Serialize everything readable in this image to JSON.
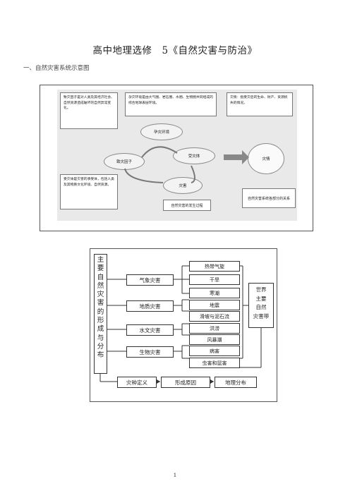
{
  "title": "高中地理选修　5《自然灾害与防治》",
  "subtitle": "一、自然灾害系统示意图",
  "page_number": "1",
  "figure1": {
    "note_top_left": "致灾因子是对人类及其经济社会、自然资源造成破坏的自然异常变化。",
    "note_top_mid": "孕灾环境是由大气圈、岩石圈、水圈、生物圈共同组成的综合地球表层环境。",
    "note_top_right": "灾情：指受灾后的生命、财产、资源损失的情况。",
    "note_bottom_left": "受灾体是灾害的承受体，包括人类及其物质文化环境、自然资源。",
    "blob_env": "孕灾环境",
    "blob_factor": "致灾因子",
    "blob_body": "受灾体",
    "blob_disaster": "灾害",
    "blob_result": "灾情",
    "caption_process": "自然灾害的发生过程",
    "caption_system": "自然灾害系统各部分的关系"
  },
  "figure2": {
    "vertical_label": [
      "主",
      "要",
      "自",
      "然",
      "灾",
      "害",
      "的",
      "形",
      "成",
      "与",
      "分",
      "布"
    ],
    "categories": [
      "气象灾害",
      "地质灾害",
      "水文灾害",
      "生物灾害"
    ],
    "items": [
      "热带气旋",
      "干旱",
      "寒潮",
      "地震",
      "滑坡与泥石流",
      "洪涝",
      "风暴潮",
      "病害",
      "虫害和鼠害"
    ],
    "right_box": [
      "世界",
      "主要",
      "自然",
      "灾害带"
    ],
    "flow": [
      "灾种定义",
      "形成原因",
      "地理分布"
    ]
  }
}
